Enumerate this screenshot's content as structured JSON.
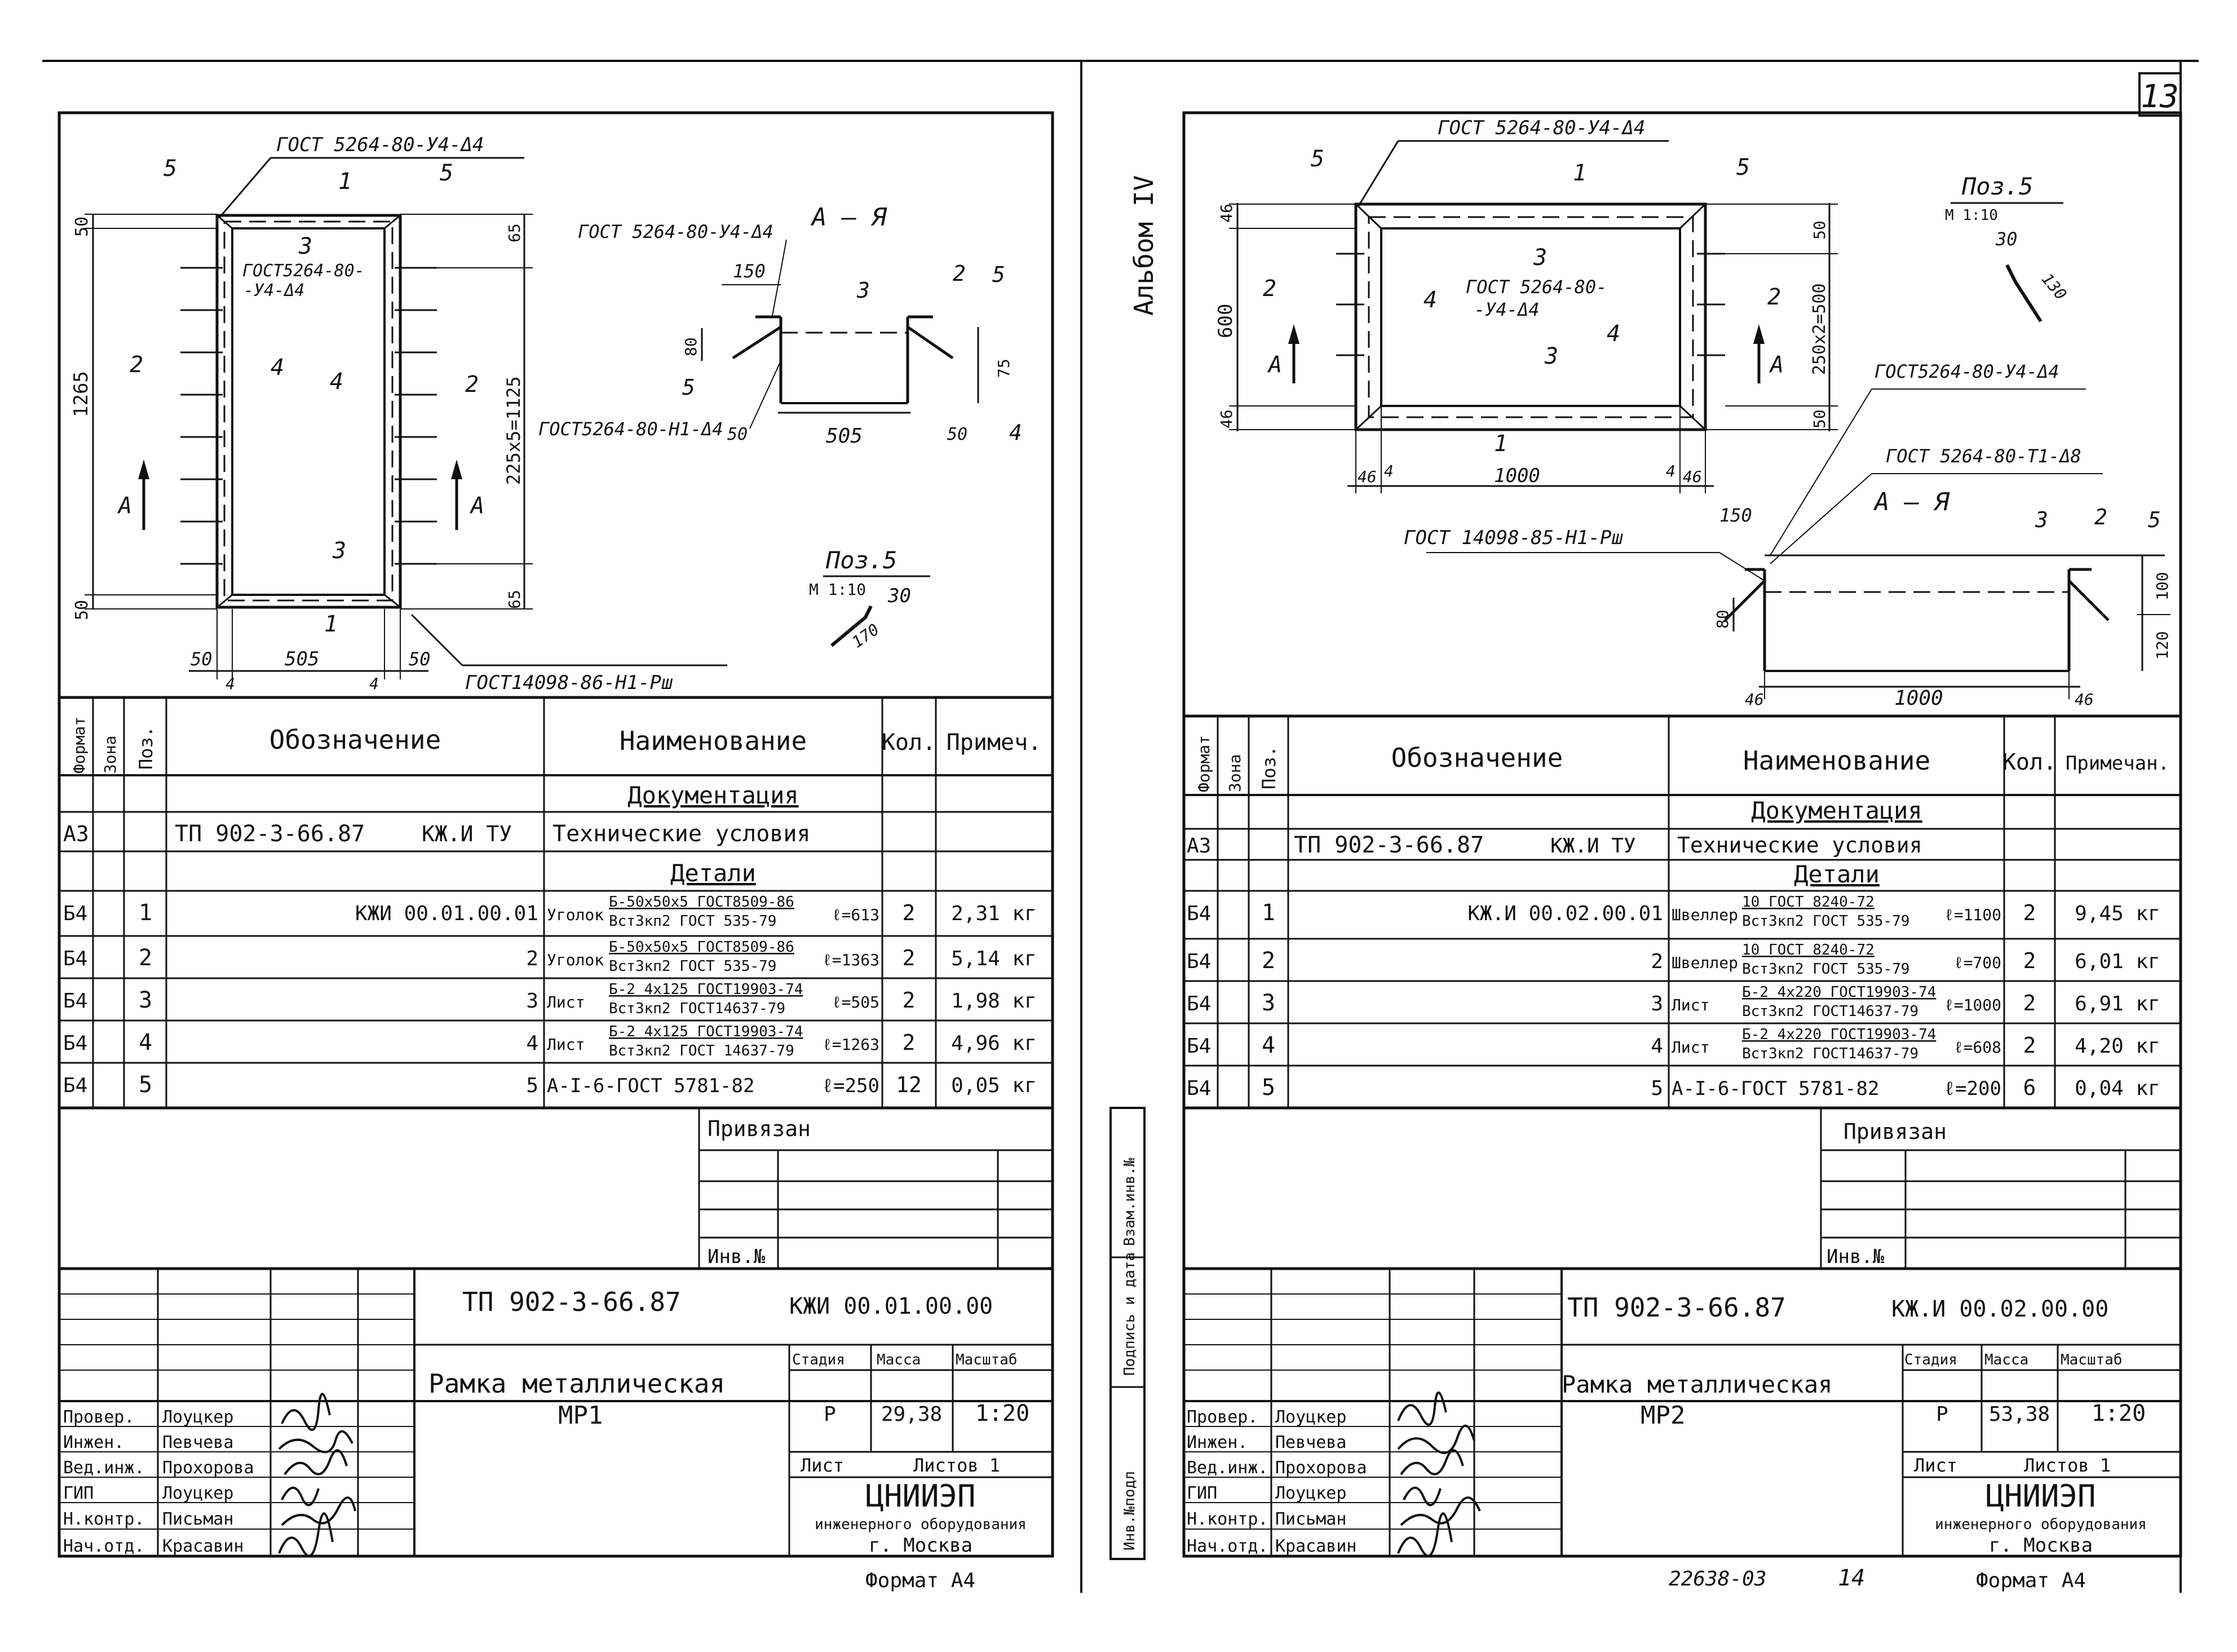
{
  "page": {
    "number": "13",
    "album": "Альбом IV",
    "footer_code": "22638-03",
    "footer_page": "14"
  },
  "side_stamp": {
    "label_1": "Инв.№подл",
    "label_2": "Подпись и дата",
    "label_3": "Взам.инв.№"
  },
  "sheets": [
    {
      "id": "left",
      "drawing": {
        "weld_top": "ГОСТ 5264-80-У4-Δ4",
        "weld_inner": "ГОСТ5264-80-",
        "weld_inner_2": "-У4-Δ4",
        "weld_bottom": "ГОСТ14098-86-Н1-Рш",
        "weld_section_1": "ГОСТ 5264-80-У4-Δ4",
        "weld_section_2": "ГОСТ5264-80-Н1-Δ4",
        "section_label": "А – Я",
        "section_mark": "А",
        "pos5_label": "Поз.5",
        "pos5_scale": "М 1:10",
        "pos5_dim_1": "30",
        "pos5_dim_2": "170",
        "pos": [
          "1",
          "2",
          "3",
          "4",
          "5"
        ],
        "dims": {
          "width": "505",
          "side": "50",
          "wall": "4",
          "height": "1265",
          "pitch": "225х5=1125",
          "gap": "65",
          "section_width": "505",
          "section_flange": "150",
          "section_h1": "80",
          "section_h2": "75"
        }
      },
      "spec": {
        "headers": [
          "Формат",
          "Зона",
          "Поз.",
          "Обозначение",
          "Наименование",
          "Кол.",
          "Примеч."
        ],
        "sections": {
          "docs": "Документация",
          "details": "Детали"
        },
        "doc_row": {
          "format": "А3",
          "code": "ТП 902-3-66.87",
          "mark": "КЖ.И ТУ",
          "name": "Технические условия"
        },
        "rows": [
          {
            "format": "Б4",
            "pos": "1",
            "code": "КЖИ 00.01.00.01",
            "name_prefix": "Уголок",
            "name_top": "Б-50х50х5 ГОСТ8509-86",
            "name_bot": "Вст3кп2 ГОСТ 535-79",
            "len": "ℓ=613",
            "qty": "2",
            "note": "2,31 кг"
          },
          {
            "format": "Б4",
            "pos": "2",
            "code": "2",
            "name_prefix": "Уголок",
            "name_top": "Б-50х50х5 ГОСТ8509-86",
            "name_bot": "Вст3кп2 ГОСТ 535-79",
            "len": "ℓ=1363",
            "qty": "2",
            "note": "5,14 кг"
          },
          {
            "format": "Б4",
            "pos": "3",
            "code": "3",
            "name_prefix": "Лист",
            "name_top": "Б-2 4х125 ГОСТ19903-74",
            "name_bot": "Вст3кп2 ГОСТ14637-79",
            "len": "ℓ=505",
            "qty": "2",
            "note": "1,98 кг"
          },
          {
            "format": "Б4",
            "pos": "4",
            "code": "4",
            "name_prefix": "Лист",
            "name_top": "Б-2 4х125 ГОСТ19903-74",
            "name_bot": "Вст3кп2 ГОСТ 14637-79",
            "len": "ℓ=1263",
            "qty": "2",
            "note": "4,96 кг"
          },
          {
            "format": "Б4",
            "pos": "5",
            "code": "5",
            "name_prefix": "",
            "name_top": "А-I-6-ГОСТ 5781-82",
            "name_bot": "",
            "len": "ℓ=250",
            "qty": "12",
            "note": "0,05 кг"
          }
        ]
      },
      "binding": {
        "label": "Привязан",
        "inv": "Инв.№"
      },
      "title": {
        "project": "ТП 902-3-66.87",
        "code": "КЖИ 00.01.00.00",
        "name_1": "Рамка металлическая",
        "name_2": "МР1",
        "stage_h": "Стадия",
        "mass_h": "Масса",
        "scale_h": "Масштаб",
        "stage": "Р",
        "mass": "29,38",
        "scale": "1:20",
        "sheet_h": "Лист",
        "sheets_h": "Листов 1",
        "org_1": "ЦНИИЭП",
        "org_2": "инженерного оборудования",
        "org_3": "г. Москва",
        "roles": [
          {
            "role": "Провер.",
            "name": "Лоуцкер"
          },
          {
            "role": "Инжен.",
            "name": "Певчева"
          },
          {
            "role": "Вед.инж.",
            "name": "Прохорова"
          },
          {
            "role": "ГИП",
            "name": "Лоуцкер"
          },
          {
            "role": "Н.контр.",
            "name": "Письман"
          },
          {
            "role": "Нач.отд.",
            "name": "Красавин"
          }
        ]
      },
      "format_label": "Формат А4"
    },
    {
      "id": "right",
      "drawing": {
        "weld_top": "ГОСТ 5264-80-У4-Δ4",
        "weld_inner": "ГОСТ 5264-80-",
        "weld_inner_2": "-У4-Δ4",
        "weld_section_1": "ГОСТ5264-80-У4-Δ4",
        "weld_section_2": "ГОСТ 5264-80-Т1-Δ8",
        "weld_bottom": "ГОСТ 14098-85-Н1-Рш",
        "section_label": "А – Я",
        "section_mark": "А",
        "pos5_label": "Поз.5",
        "pos5_scale": "М 1:10",
        "pos5_dim_1": "30",
        "pos5_dim_2": "130",
        "pos": [
          "1",
          "2",
          "3",
          "4",
          "5"
        ],
        "dims": {
          "width": "1000",
          "side": "46",
          "wall": "4",
          "height": "600",
          "pitch": "250х2=500",
          "gap": "50",
          "section_width": "1000",
          "section_flange": "150",
          "section_h1": "80",
          "section_h2": "100",
          "section_h3": "120"
        }
      },
      "spec": {
        "headers": [
          "Формат",
          "Зона",
          "Поз.",
          "Обозначение",
          "Наименование",
          "Кол.",
          "Примечан."
        ],
        "sections": {
          "docs": "Документация",
          "details": "Детали"
        },
        "doc_row": {
          "format": "А3",
          "code": "ТП 902-3-66.87",
          "mark": "КЖ.И ТУ",
          "name": "Технические условия"
        },
        "rows": [
          {
            "format": "Б4",
            "pos": "1",
            "code": "КЖ.И 00.02.00.01",
            "name_prefix": "Швеллер",
            "name_top": "10 ГОСТ 8240-72",
            "name_bot": "Вст3кп2 ГОСТ 535-79",
            "len": "ℓ=1100",
            "qty": "2",
            "note": "9,45 кг"
          },
          {
            "format": "Б4",
            "pos": "2",
            "code": "2",
            "name_prefix": "Швеллер",
            "name_top": "10 ГОСТ 8240-72",
            "name_bot": "Вст3кп2 ГОСТ 535-79",
            "len": "ℓ=700",
            "qty": "2",
            "note": "6,01 кг"
          },
          {
            "format": "Б4",
            "pos": "3",
            "code": "3",
            "name_prefix": "Лист",
            "name_top": "Б-2 4х220 ГОСТ19903-74",
            "name_bot": "Вст3кп2 ГОСТ14637-79",
            "len": "ℓ=1000",
            "qty": "2",
            "note": "6,91 кг"
          },
          {
            "format": "Б4",
            "pos": "4",
            "code": "4",
            "name_prefix": "Лист",
            "name_top": "Б-2 4х220 ГОСТ19903-74",
            "name_bot": "Вст3кп2 ГОСТ14637-79",
            "len": "ℓ=608",
            "qty": "2",
            "note": "4,20 кг"
          },
          {
            "format": "Б4",
            "pos": "5",
            "code": "5",
            "name_prefix": "",
            "name_top": "А-I-6-ГОСТ 5781-82",
            "name_bot": "",
            "len": "ℓ=200",
            "qty": "6",
            "note": "0,04 кг"
          }
        ]
      },
      "binding": {
        "label": "Привязан",
        "inv": "Инв.№"
      },
      "title": {
        "project": "ТП 902-3-66.87",
        "code": "КЖ.И 00.02.00.00",
        "name_1": "Рамка металлическая",
        "name_2": "МР2",
        "stage_h": "Стадия",
        "mass_h": "Масса",
        "scale_h": "Масштаб",
        "stage": "Р",
        "mass": "53,38",
        "scale": "1:20",
        "sheet_h": "Лист",
        "sheets_h": "Листов 1",
        "org_1": "ЦНИИЭП",
        "org_2": "инженерного оборудования",
        "org_3": "г. Москва",
        "roles": [
          {
            "role": "Провер.",
            "name": "Лоуцкер"
          },
          {
            "role": "Инжен.",
            "name": "Певчева"
          },
          {
            "role": "Вед.инж.",
            "name": "Прохорова"
          },
          {
            "role": "ГИП",
            "name": "Лоуцкер"
          },
          {
            "role": "Н.контр.",
            "name": "Письман"
          },
          {
            "role": "Нач.отд.",
            "name": "Красавин"
          }
        ]
      },
      "format_label": "Формат А4"
    }
  ]
}
